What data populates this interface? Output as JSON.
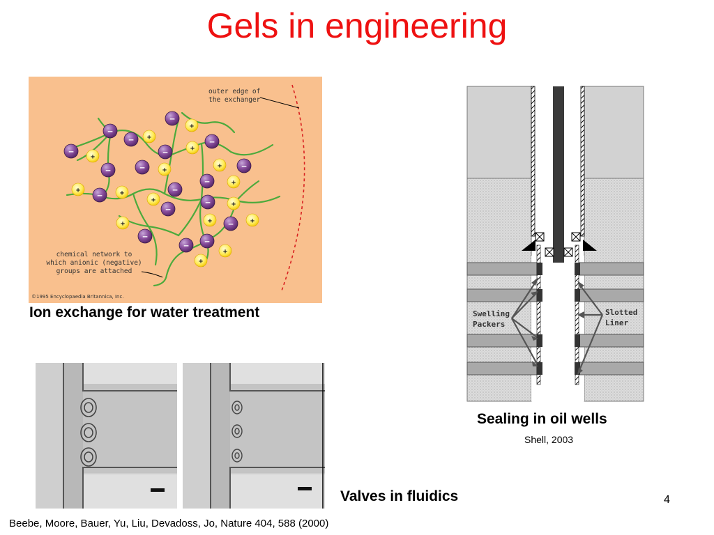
{
  "slide": {
    "title": "Gels in engineering",
    "page_number": "4"
  },
  "ion_exchange": {
    "caption": "Ion exchange for water treatment",
    "label_outer_edge_line1": "outer edge of",
    "label_outer_edge_line2": "the exchanger",
    "label_network_line1": "chemical network to",
    "label_network_line2": "which anionic (negative)",
    "label_network_line3": "groups are attached",
    "copyright": "©1995 Encyclopaedia Britannica, Inc.",
    "background_color": "#f9c08e"
  },
  "oil_wells": {
    "caption": "Sealing in oil wells",
    "credit": "Shell, 2003",
    "label_swelling_line1": "Swelling",
    "label_swelling_line2": "Packers",
    "label_slotted_line1": "Slotted",
    "label_slotted_line2": "Liner"
  },
  "fluidics": {
    "caption": "Valves in fluidics"
  },
  "reference": "Beebe, Moore, Bauer, Yu, Liu, Devadoss, Jo, Nature 404, 588 (2000)"
}
